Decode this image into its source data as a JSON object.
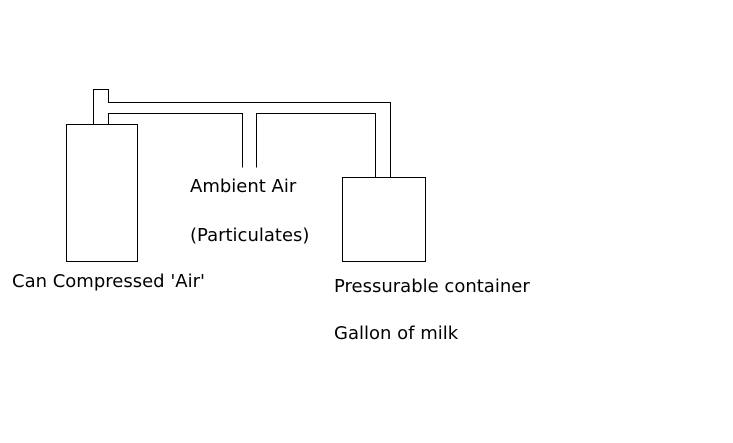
{
  "labels": {
    "can": "Can Compressed 'Air'",
    "ambient_line1": "Ambient Air",
    "ambient_line2": "(Particulates)",
    "container_line1": "Pressurable container",
    "container_line2": "Gallon of milk"
  },
  "colors": {
    "stroke": "#000000",
    "background": "#ffffff"
  }
}
